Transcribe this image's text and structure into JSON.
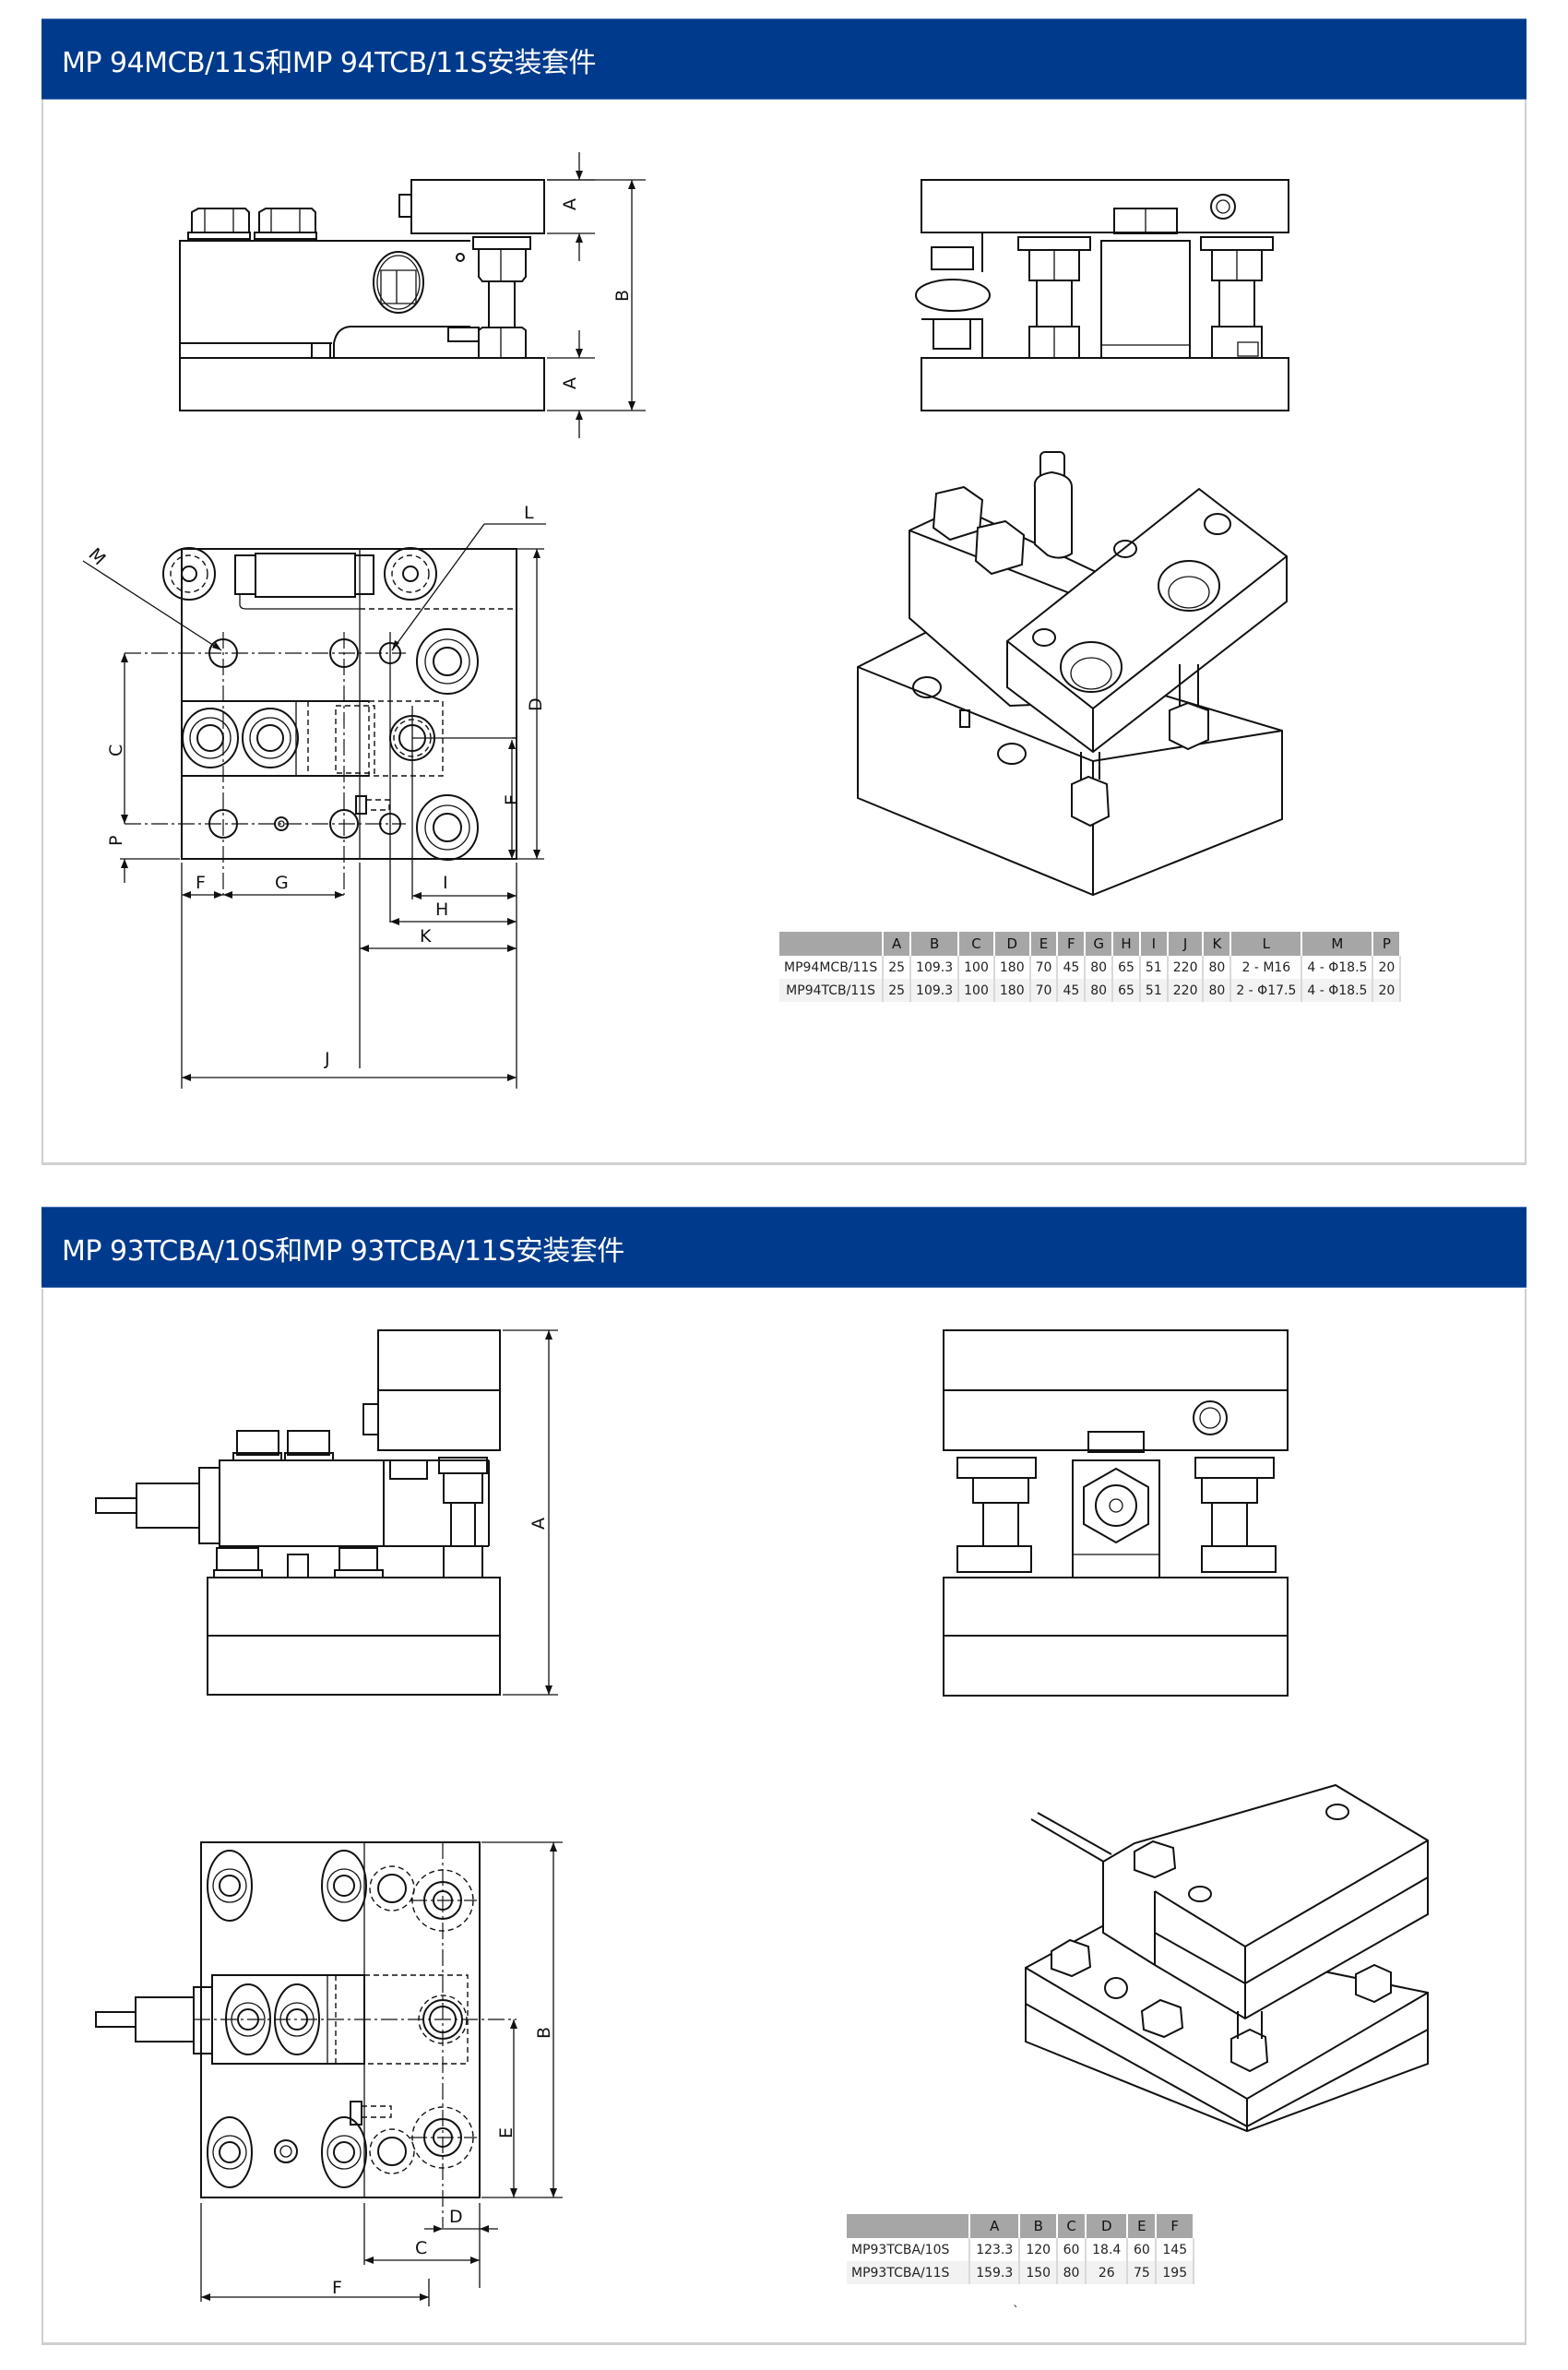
{
  "sections": [
    {
      "title": "MP 94MCB/11S和MP 94TCB/11S安装套件",
      "drawing_labels": {
        "front_view": [
          "A",
          "B",
          "A"
        ],
        "plan_view": [
          "M",
          "L",
          "C",
          "D",
          "E",
          "P",
          "F",
          "G",
          "I",
          "H",
          "K",
          "J"
        ]
      },
      "table": {
        "columns": [
          "",
          "A",
          "B",
          "C",
          "D",
          "E",
          "F",
          "G",
          "H",
          "I",
          "J",
          "K",
          "L",
          "M",
          "P"
        ],
        "rows": [
          [
            "MP94MCB/11S",
            "25",
            "109.3",
            "100",
            "180",
            "70",
            "45",
            "80",
            "65",
            "51",
            "220",
            "80",
            "2 - M16",
            "4 - Φ18.5",
            "20"
          ],
          [
            "MP94TCB/11S",
            "25",
            "109.3",
            "100",
            "180",
            "70",
            "45",
            "80",
            "65",
            "51",
            "220",
            "80",
            "2 - Φ17.5",
            "4 - Φ18.5",
            "20"
          ]
        ]
      }
    },
    {
      "title": "MP 93TCBA/10S和MP 93TCBA/11S安装套件",
      "drawing_labels": {
        "front_view": [
          "A"
        ],
        "plan_view": [
          "B",
          "E",
          "D",
          "C",
          "F"
        ]
      },
      "table": {
        "columns": [
          "",
          "A",
          "B",
          "C",
          "D",
          "E",
          "F"
        ],
        "rows": [
          [
            "MP93TCBA/10S",
            "123.3",
            "120",
            "60",
            "18.4",
            "60",
            "145"
          ],
          [
            "MP93TCBA/11S",
            "159.3",
            "150",
            "80",
            "26",
            "75",
            "195"
          ]
        ]
      },
      "footnote_mark": "`"
    }
  ]
}
